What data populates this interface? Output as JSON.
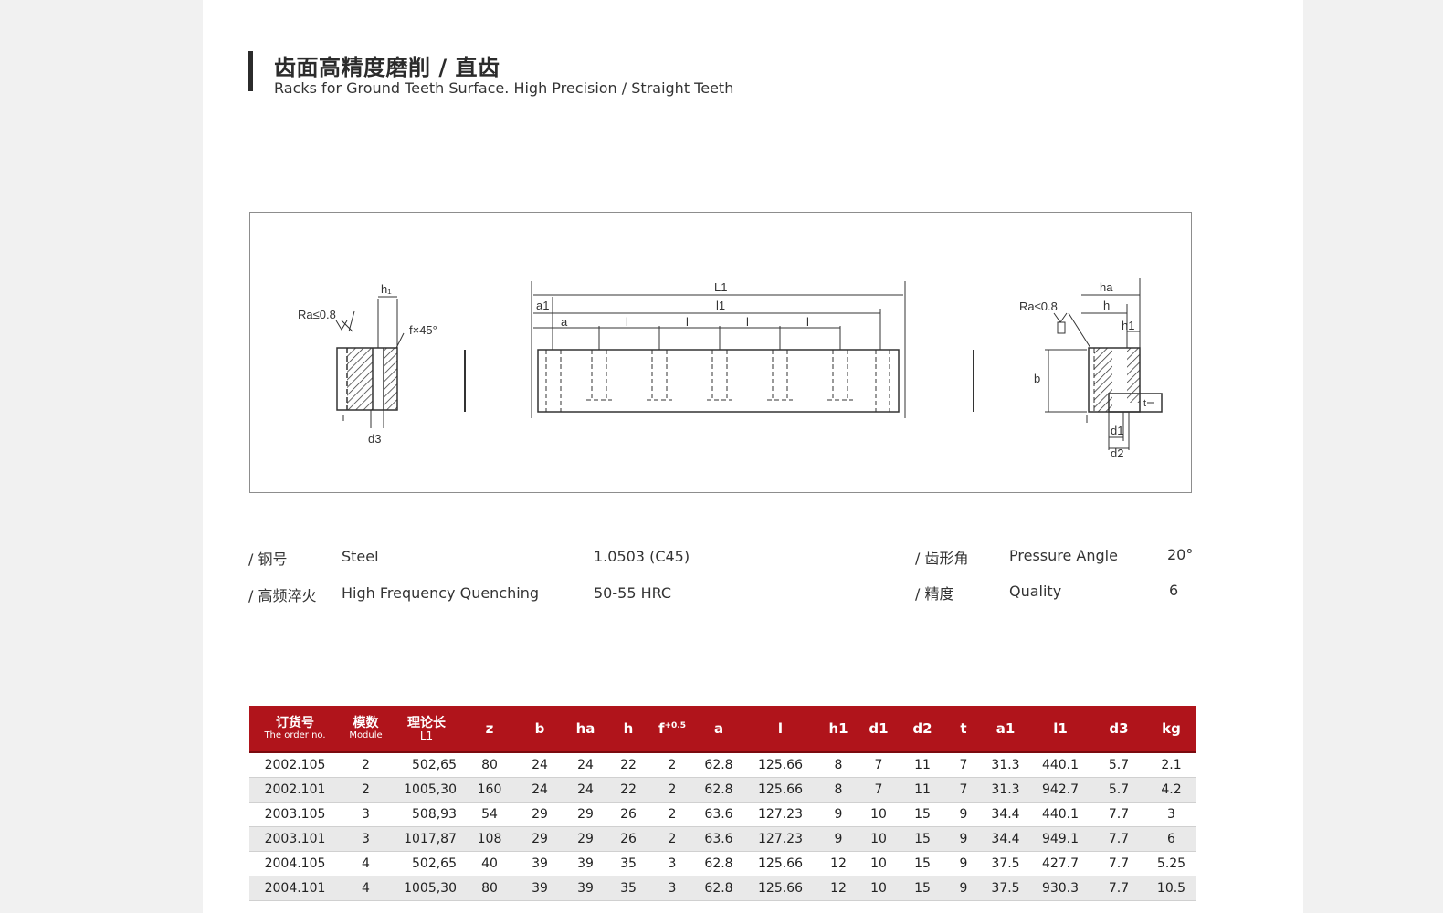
{
  "header": {
    "title_cn": "齿面高精度磨削 / 直齿",
    "title_en": "Racks for Ground Teeth Surface. High Precision / Straight Teeth"
  },
  "drawing": {
    "left_view": {
      "roughness": "Ra≤0.8",
      "h1": "h₁",
      "f": "f×45°",
      "d3": "d3"
    },
    "front_view": {
      "L1": "L1",
      "l1": "l1",
      "a1": "a1",
      "a": "a",
      "l": "l"
    },
    "right_view": {
      "roughness": "Ra≤0.8",
      "ha": "ha",
      "h": "h",
      "h1": "h1",
      "b": "b",
      "d1": "d1",
      "d2": "d2",
      "t": "t"
    }
  },
  "specs": [
    {
      "cn": "/ 钢号",
      "en": "Steel",
      "value": "1.0503 (C45)"
    },
    {
      "cn": "/ 高频淬火",
      "en": "High Frequency Quenching",
      "value": "50-55 HRC"
    },
    {
      "cn": "/ 齿形角",
      "en": "Pressure Angle",
      "value": "20°"
    },
    {
      "cn": "/ 精度",
      "en": "Quality",
      "value": "6"
    }
  ],
  "table": {
    "headers": {
      "order_cn": "订货号",
      "order_en": "The order no.",
      "module_cn": "模数",
      "module_en": "Module",
      "l1_cn": "理论长",
      "l1_en": "L1",
      "z": "z",
      "b": "b",
      "ha": "ha",
      "h": "h",
      "f": "f",
      "f_sup": "+0.5",
      "a": "a",
      "l": "l",
      "h1": "h1",
      "d1": "d1",
      "d2": "d2",
      "t": "t",
      "a1": "a1",
      "l1": "l1",
      "d3": "d3",
      "kg": "kg"
    },
    "rows": [
      [
        "2002.105",
        "2",
        "502,65",
        "80",
        "24",
        "24",
        "22",
        "2",
        "62.8",
        "125.66",
        "8",
        "7",
        "11",
        "7",
        "31.3",
        "440.1",
        "5.7",
        "2.1"
      ],
      [
        "2002.101",
        "2",
        "1005,30",
        "160",
        "24",
        "24",
        "22",
        "2",
        "62.8",
        "125.66",
        "8",
        "7",
        "11",
        "7",
        "31.3",
        "942.7",
        "5.7",
        "4.2"
      ],
      [
        "2003.105",
        "3",
        "508,93",
        "54",
        "29",
        "29",
        "26",
        "2",
        "63.6",
        "127.23",
        "9",
        "10",
        "15",
        "9",
        "34.4",
        "440.1",
        "7.7",
        "3"
      ],
      [
        "2003.101",
        "3",
        "1017,87",
        "108",
        "29",
        "29",
        "26",
        "2",
        "63.6",
        "127.23",
        "9",
        "10",
        "15",
        "9",
        "34.4",
        "949.1",
        "7.7",
        "6"
      ],
      [
        "2004.105",
        "4",
        "502,65",
        "40",
        "39",
        "39",
        "35",
        "3",
        "62.8",
        "125.66",
        "12",
        "10",
        "15",
        "9",
        "37.5",
        "427.7",
        "7.7",
        "5.25"
      ],
      [
        "2004.101",
        "4",
        "1005,30",
        "80",
        "39",
        "39",
        "35",
        "3",
        "62.8",
        "125.66",
        "12",
        "10",
        "15",
        "9",
        "37.5",
        "930.3",
        "7.7",
        "10.5"
      ]
    ]
  }
}
